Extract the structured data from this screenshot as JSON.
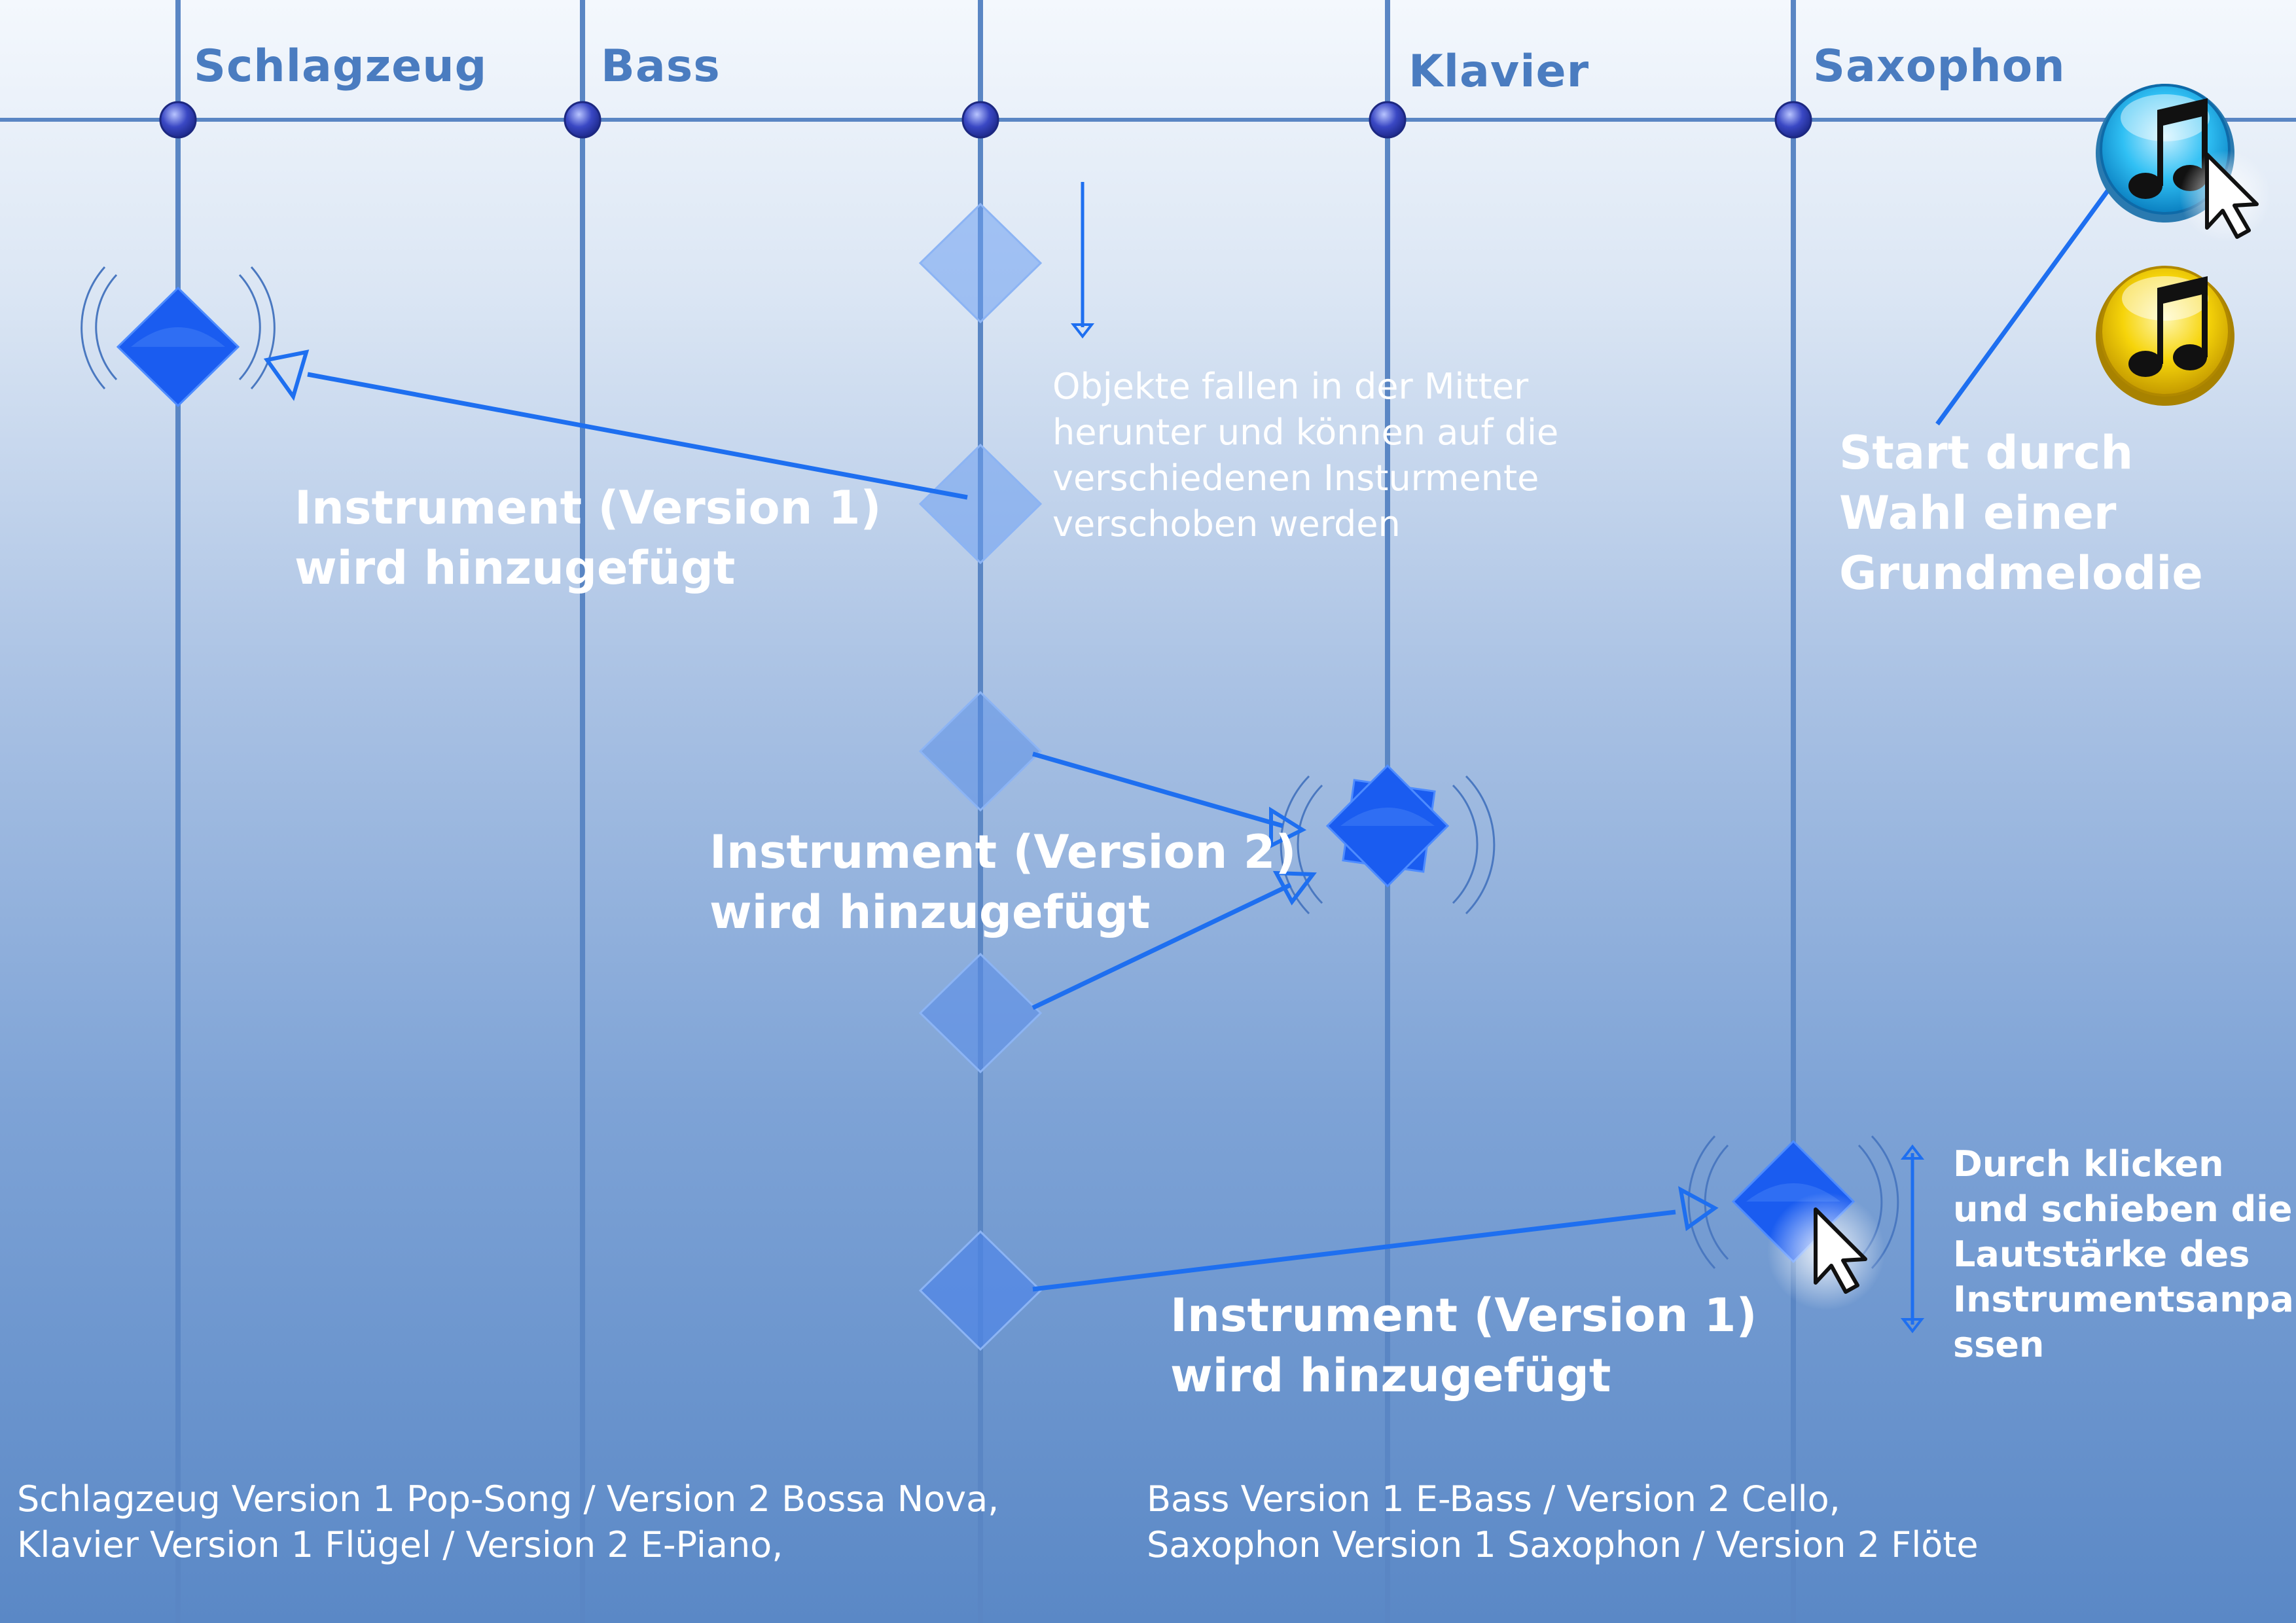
{
  "lanes": {
    "schlagzeug": "Schlagzeug",
    "bass": "Bass",
    "klavier": "Klavier",
    "saxophon": "Saxophon"
  },
  "notes": {
    "falling": [
      "Objekte fallen in der Mitter",
      "herunter und können auf die",
      "verschiedenen Insturmente",
      "verschoben werden"
    ],
    "start": [
      "Start durch",
      "Wahl einer",
      "Grundmelodie"
    ],
    "instrument_v1_top": [
      "Instrument (Version 1)",
      "wird hinzugefügt"
    ],
    "instrument_v2": [
      "Instrument (Version 2)",
      "wird hinzugefügt"
    ],
    "instrument_v1_bottom": [
      "Instrument (Version 1)",
      "wird hinzugefügt"
    ],
    "volume": [
      "Durch klicken",
      "und schieben die",
      "Lautstärke des",
      "Instrumentsanpa",
      "ssen"
    ]
  },
  "footer": {
    "left": [
      "Schlagzeug Version 1 Pop-Song / Version 2 Bossa Nova,",
      "Klavier Version 1 Flügel / Version 2 E-Piano,"
    ],
    "right": [
      "Bass Version 1 E-Bass / Version 2 Cello,",
      "Saxophon Version 1 Saxophon / Version 2 Flöte"
    ]
  },
  "icons": {
    "melody_button_1": "music-note-icon",
    "melody_button_2": "music-note-icon",
    "cursor": "mouse-pointer-icon"
  },
  "colors": {
    "lane_line": "#4f7fbf",
    "node": "#2f3fb8",
    "diamond_active": "#1a5cf0",
    "arrow": "#1e6ff0",
    "button_blue": "#2ab8f0",
    "button_yellow": "#f4d000"
  }
}
